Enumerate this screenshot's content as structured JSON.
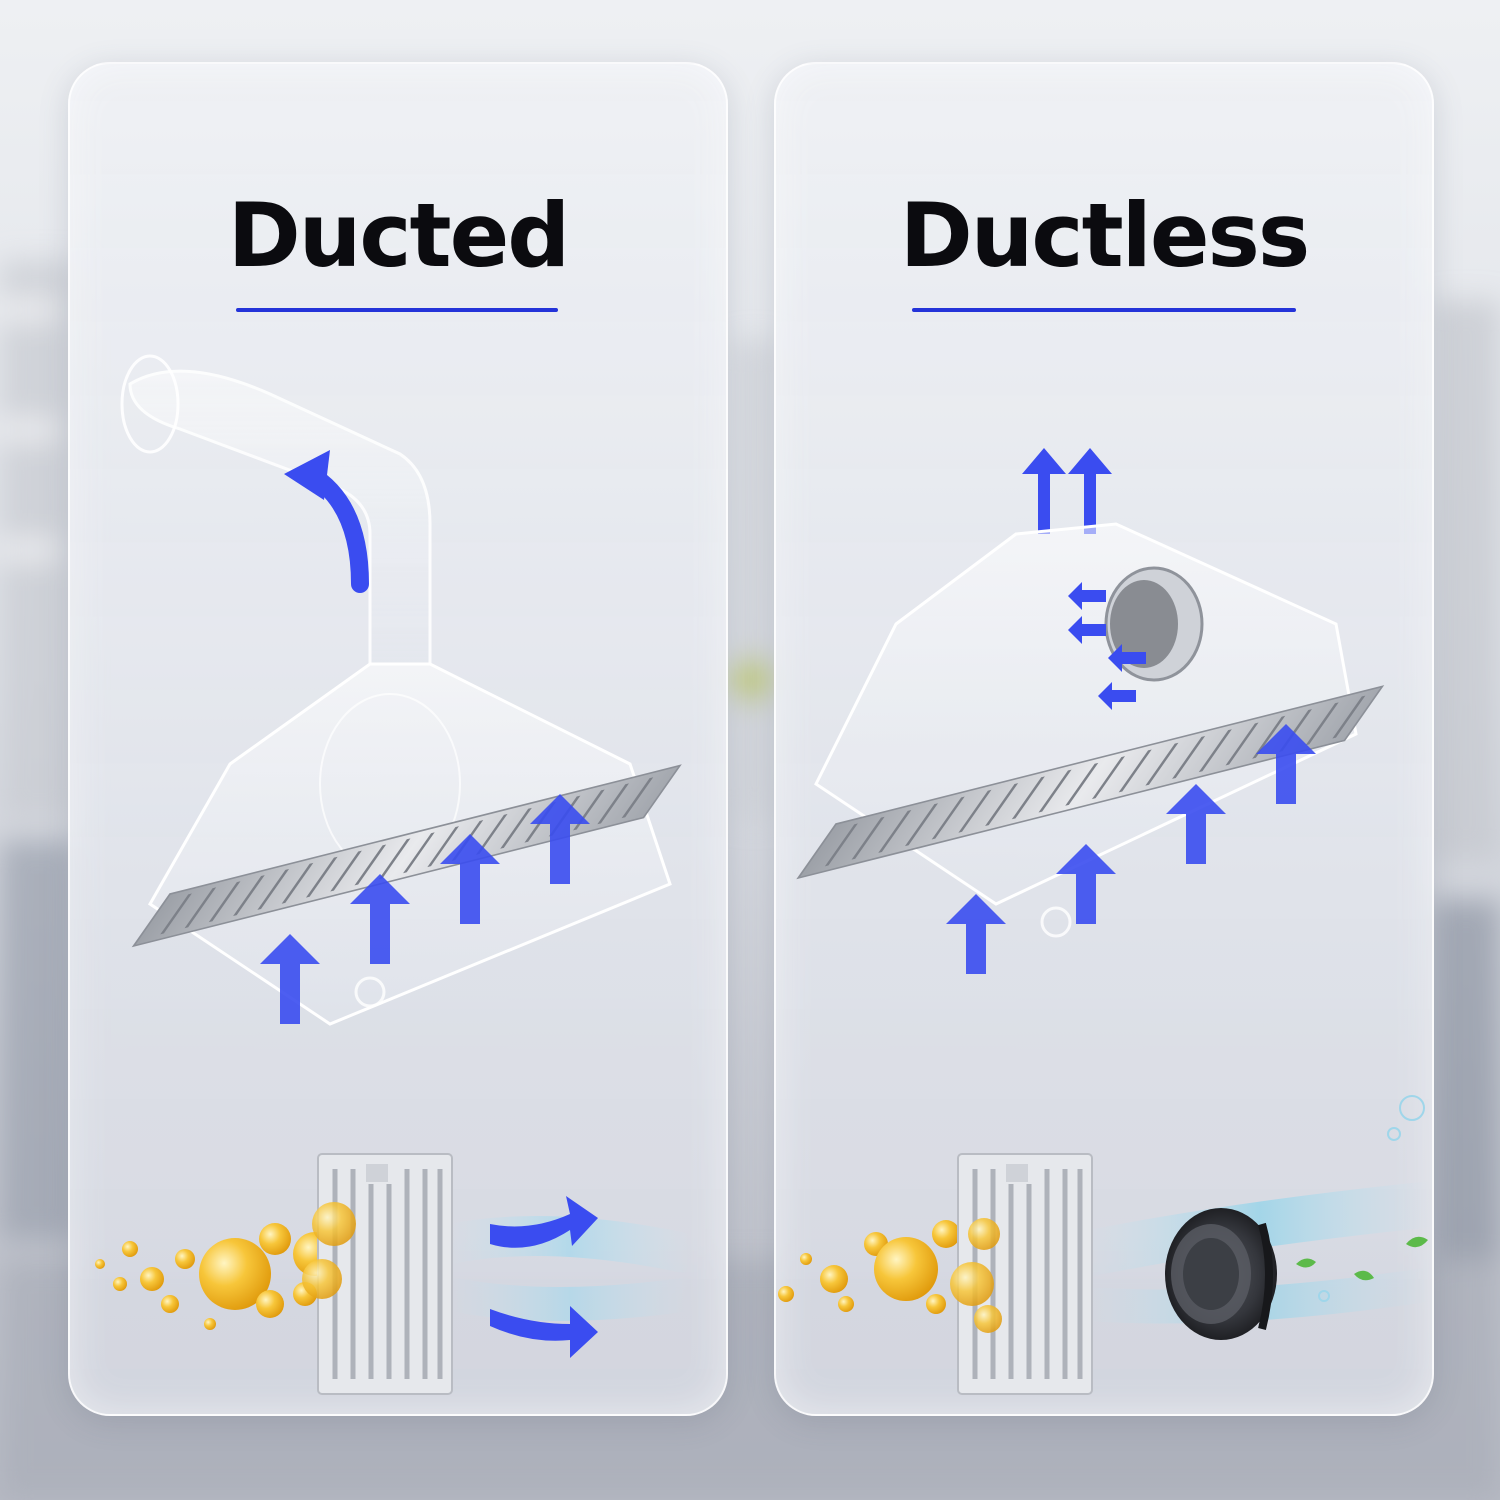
{
  "panels": [
    {
      "title": "Ducted",
      "mode": "ducted"
    },
    {
      "title": "Ductless",
      "mode": "ductless"
    }
  ],
  "colors": {
    "accent_blue": "#2433d9",
    "arrow_blue": "#3a4cf0",
    "title_text": "#0b0b0f",
    "oil_bubble": "#f3b51a",
    "charcoal_filter": "#2b2d33",
    "mesh_filter": "#d9dbe0"
  },
  "icons": {
    "ducted": [
      "exhaust-duct-icon",
      "range-hood-icon",
      "airflow-arrow-icon",
      "oil-bubble-icon",
      "baffle-filter-icon"
    ],
    "ductless": [
      "recirculation-vent-icon",
      "range-hood-icon",
      "airflow-arrow-icon",
      "oil-bubble-icon",
      "baffle-filter-icon",
      "charcoal-filter-icon",
      "leaf-icon"
    ]
  }
}
